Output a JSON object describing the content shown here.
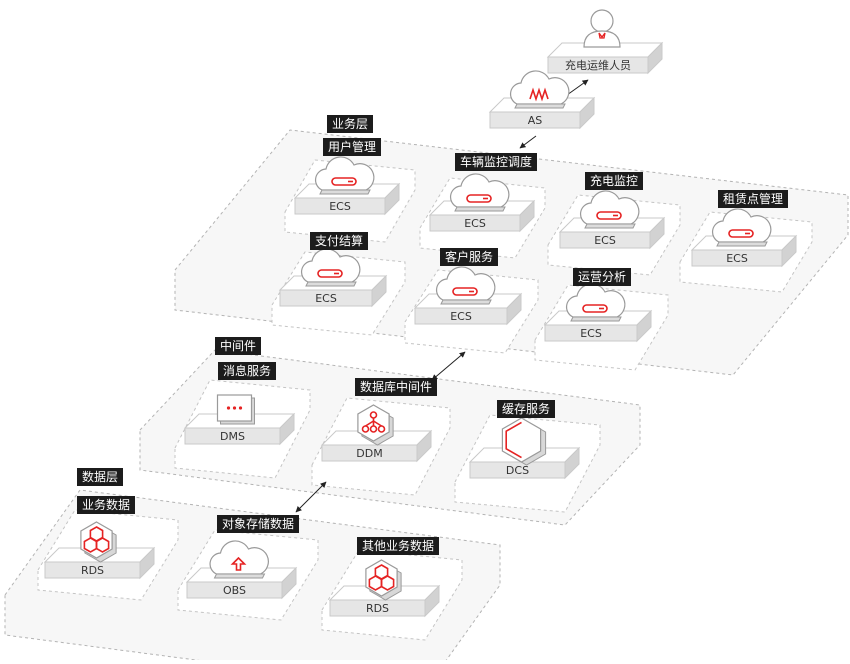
{
  "user": {
    "label": "充电运维人员"
  },
  "as": {
    "label": "AS"
  },
  "layers": {
    "business": "业务层",
    "middleware": "中间件",
    "data": "数据层"
  },
  "business_services": [
    {
      "label": "用户管理",
      "node": "ECS"
    },
    {
      "label": "车辆监控调度",
      "node": "ECS"
    },
    {
      "label": "充电监控",
      "node": "ECS"
    },
    {
      "label": "租赁点管理",
      "node": "ECS"
    },
    {
      "label": "支付结算",
      "node": "ECS"
    },
    {
      "label": "客户服务",
      "node": "ECS"
    },
    {
      "label": "运营分析",
      "node": "ECS"
    }
  ],
  "middleware_services": [
    {
      "label": "消息服务",
      "node": "DMS"
    },
    {
      "label": "数据库中间件",
      "node": "DDM"
    },
    {
      "label": "缓存服务",
      "node": "DCS"
    }
  ],
  "data_services": [
    {
      "label": "业务数据",
      "node": "RDS"
    },
    {
      "label": "对象存储数据",
      "node": "OBS"
    },
    {
      "label": "其他业务数据",
      "node": "RDS"
    }
  ],
  "colors": {
    "accent": "#e52323",
    "label_bg": "#1c1c1c",
    "platform": "#e6e6e6"
  }
}
